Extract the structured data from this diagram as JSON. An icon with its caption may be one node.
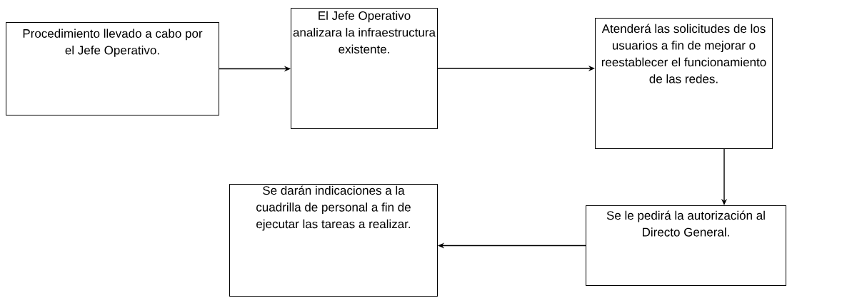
{
  "diagram": {
    "nodes": [
      {
        "text": [
          "Procedimiento llevado a cabo por el Jefe Operativo."
        ]
      },
      {
        "text": [
          "El Jefe Operativo analizara la infraestructura existente."
        ]
      },
      {
        "text": [
          "Atenderá las solicitudes de los usuarios a fin de mejorar o reestablecer el funcionamiento de las redes."
        ]
      },
      {
        "text": [
          "Se le pedirá la autorización al Directo General."
        ]
      },
      {
        "text": [
          "Se darán indicaciones a la cuadrilla de personal a fin de ejecutar las tareas a realizar."
        ]
      }
    ],
    "edges": [
      {
        "from": 0,
        "to": 1,
        "arrow": "to"
      },
      {
        "from": 1,
        "to": 2,
        "arrow": "to"
      },
      {
        "from": 2,
        "to": 3,
        "arrow": "to"
      },
      {
        "from": 3,
        "to": 4,
        "arrow": "to"
      }
    ]
  }
}
